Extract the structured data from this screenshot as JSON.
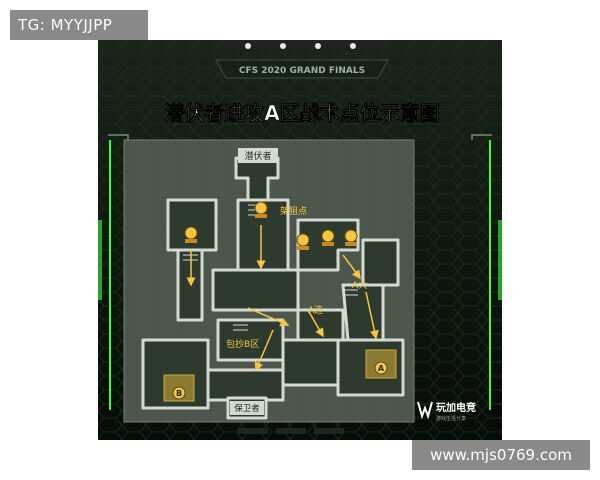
{
  "watermark_top": "TG: MYYJJPP",
  "watermark_bottom": "www.mjs0769.com",
  "poster": {
    "event_title": "CFS 2020 GRAND FINALS",
    "heading": "潜伏者进攻A区战术点位示意图",
    "brand": "玩加电竞",
    "brand_sub": "游戏生活分享",
    "colors": {
      "accent_green": "#39ff3c",
      "label_yellow": "#f5c542",
      "map_wall": "#c9cfc7",
      "map_floor": "#5f6a5f"
    }
  },
  "map": {
    "spawn_label": "潜伏者",
    "sniper_label": "架狙点",
    "a_big_label": "A大",
    "a_link_label": "A连",
    "flank_b_label": "包抄B区",
    "site_a": "A",
    "site_b": "B",
    "defender_label": "保卫者"
  }
}
